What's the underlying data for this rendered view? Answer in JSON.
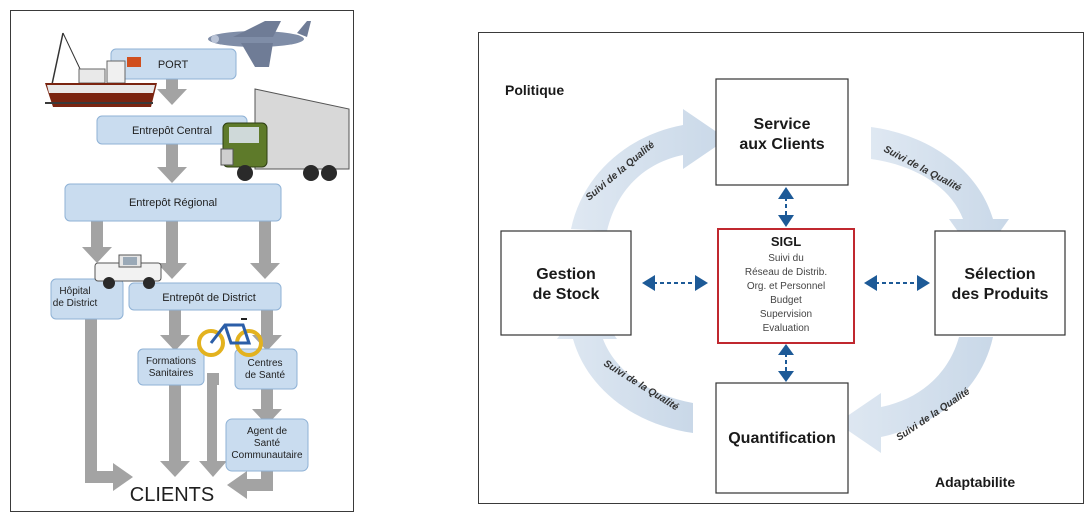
{
  "supply_chain": {
    "port": "PORT",
    "central_warehouse": "Entrepôt Central",
    "regional_warehouse": "Entrepôt Régional",
    "district_hospital": [
      "Hôpital",
      "de District"
    ],
    "district_warehouse": "Entrepôt de District",
    "health_facilities": [
      "Formations",
      "Sanitaires"
    ],
    "health_centres": [
      "Centres",
      "de Santé"
    ],
    "community_agent": [
      "Agent de",
      "Santé",
      "Communautaire"
    ],
    "clients": "CLIENTS"
  },
  "logistics_cycle": {
    "politique": "Politique",
    "adaptabilite": "Adaptabilite",
    "service": [
      "Service",
      "aux Clients"
    ],
    "selection": [
      "Sélection",
      "des Produits"
    ],
    "quantification": "Quantification",
    "gestion": [
      "Gestion",
      "de Stock"
    ],
    "sigl_title": "SIGL",
    "sigl_items": [
      "Suivi du",
      "Réseau de Distrib.",
      "Org. et Personnel",
      "Budget",
      "Supervision",
      "Evaluation"
    ],
    "quality_label": "Suivi de la Qualité",
    "colors": {
      "sigl_border": "#c0282f",
      "connector": "#1d5a97",
      "cycle_arrow": "#d5e2ee"
    }
  }
}
